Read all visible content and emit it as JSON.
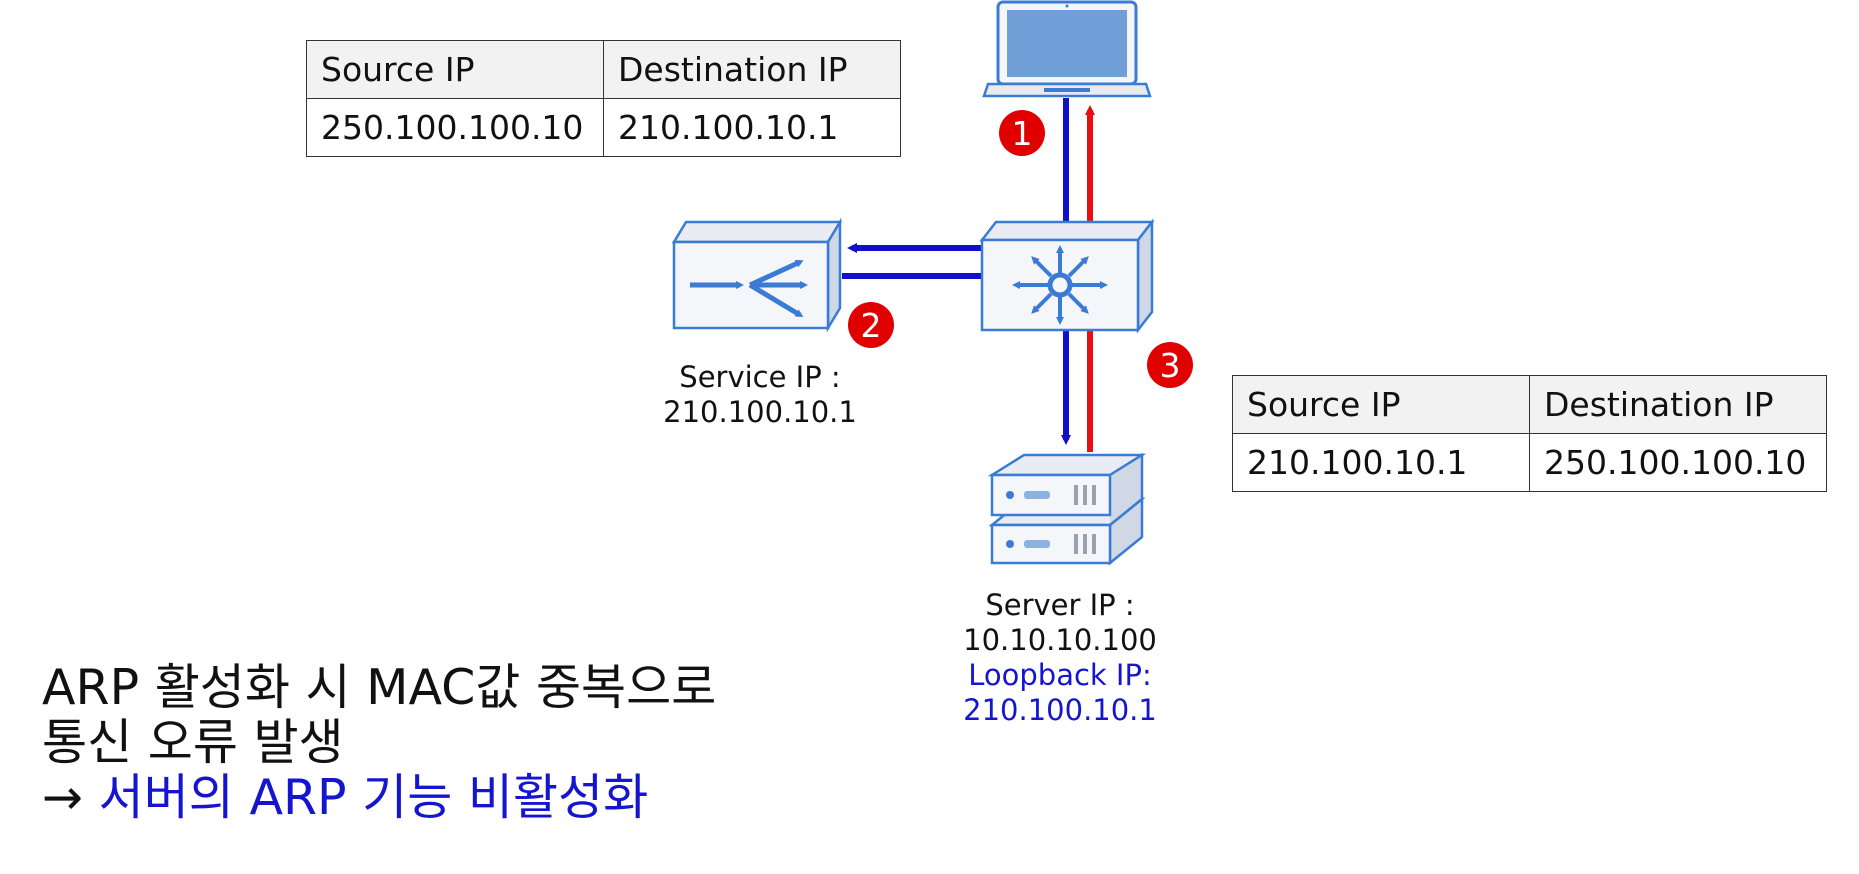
{
  "table_top": {
    "headers": [
      "Source IP",
      "Destination IP"
    ],
    "row": [
      "250.100.100.10",
      "210.100.10.1"
    ]
  },
  "table_right": {
    "headers": [
      "Source IP",
      "Destination IP"
    ],
    "row": [
      "210.100.10.1",
      "250.100.100.10"
    ]
  },
  "load_balancer": {
    "label": "Service IP :",
    "ip": "210.100.10.1"
  },
  "server": {
    "label": "Server IP :",
    "ip": "10.10.10.100",
    "loopback_label": "Loopback IP:",
    "loopback_ip": "210.100.10.1"
  },
  "badges": [
    "1",
    "2",
    "3"
  ],
  "note": {
    "line1": "ARP 활성화 시 MAC값 중복으로",
    "line2": "통신 오류 발생",
    "arrow": "→",
    "conclusion": "서버의 ARP 기능 비활성화"
  },
  "colors": {
    "request_arrow": "#1010c8",
    "response_arrow": "#e81010",
    "badge": "#e00000",
    "device": "#3a7bd5",
    "conclusion_text": "#1515d0"
  },
  "icons": [
    "laptop-icon",
    "load-balancer-icon",
    "switch-icon",
    "server-icon"
  ]
}
